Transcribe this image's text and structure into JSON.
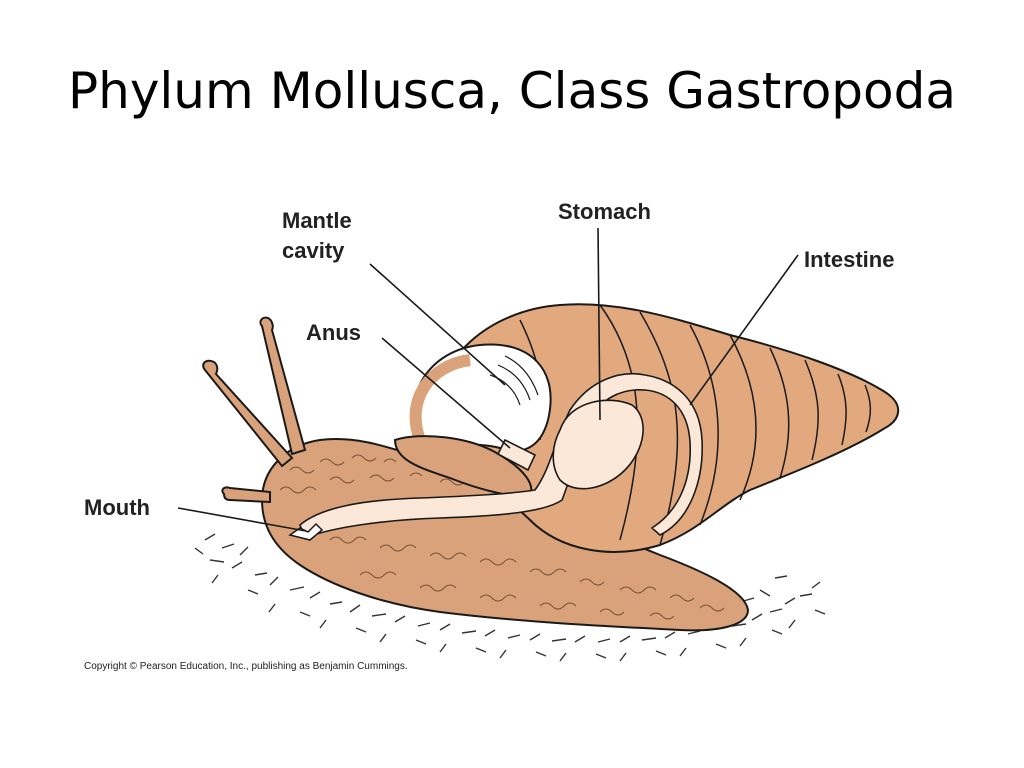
{
  "title": "Phylum Mollusca, Class Gastropoda",
  "labels": {
    "mantle_cavity_line1": "Mantle",
    "mantle_cavity_line2": "cavity",
    "stomach": "Stomach",
    "intestine": "Intestine",
    "anus": "Anus",
    "mouth": "Mouth"
  },
  "copyright": "Copyright © Pearson Education, Inc., publishing as Benjamin Cummings.",
  "colors": {
    "body": "#d9a27a",
    "shell": "#e2a97f",
    "gut": "#fbe8d8",
    "outline": "#1a1a1a",
    "ground": "#333333"
  }
}
